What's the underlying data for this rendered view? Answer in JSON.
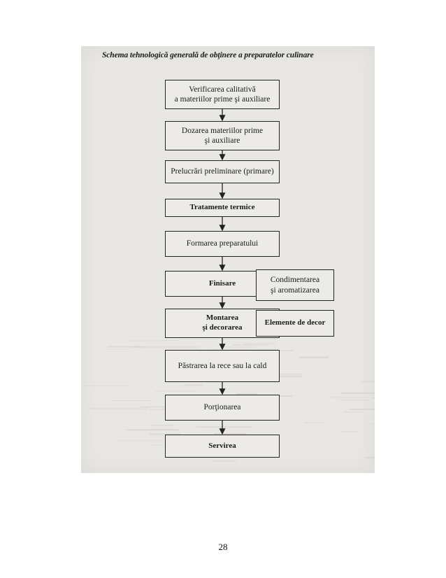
{
  "title": "Schema tehnologică generală de obţinere a preparatelor culinare",
  "steps": [
    {
      "id": "verificare",
      "text": "Verificarea calitativă\na materiilor prime şi auxiliare",
      "bold": false
    },
    {
      "id": "dozare",
      "text": "Dozarea materiilor prime\nşi auxiliare",
      "bold": false
    },
    {
      "id": "prelucrari",
      "text": "Prelucrări preliminare (primare)",
      "bold": false
    },
    {
      "id": "tratamente",
      "text": "Tratamente termice",
      "bold": true
    },
    {
      "id": "formare",
      "text": "Formarea preparatului",
      "bold": false
    },
    {
      "id": "finisare",
      "text": "Finisare",
      "bold": true
    },
    {
      "id": "montare",
      "text": "Montarea\nşi decorarea",
      "bold": true
    },
    {
      "id": "pastrare",
      "text": "Păstrarea la rece sau la cald",
      "bold": false
    },
    {
      "id": "portionare",
      "text": "Porţionarea",
      "bold": false
    },
    {
      "id": "servire",
      "text": "Servirea",
      "bold": true
    }
  ],
  "inputs": [
    {
      "id": "condimentare",
      "text": "Condimentarea\nşi aromatizarea",
      "bold": false,
      "target": "finisare"
    },
    {
      "id": "elemente",
      "text": "Elemente de decor",
      "bold": true,
      "target": "montare"
    }
  ],
  "page_number": "28"
}
